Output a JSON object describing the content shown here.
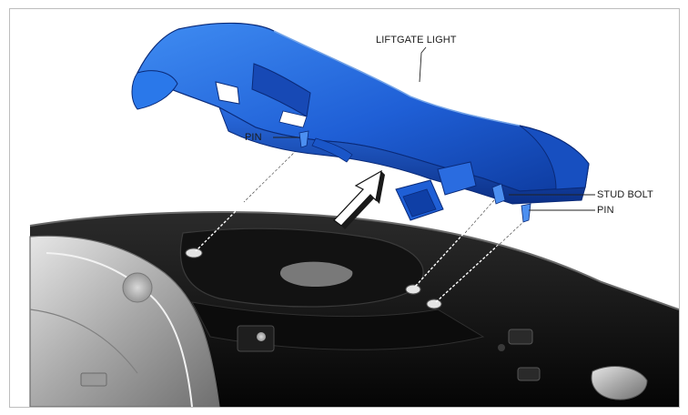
{
  "figure": {
    "callouts": {
      "liftgate_light": "LIFTGATE LIGHT",
      "pin_left": "PIN",
      "stud_bolt": "STUD BOLT",
      "pin_right": "PIN"
    }
  },
  "colors": {
    "light_blue": "#1f5fd6",
    "light_blue_dark": "#0b2f86",
    "liftgate_black": "#1b1b1b",
    "frame_border": "#bdbdbd"
  },
  "icons": [
    "up-arrow-icon"
  ]
}
